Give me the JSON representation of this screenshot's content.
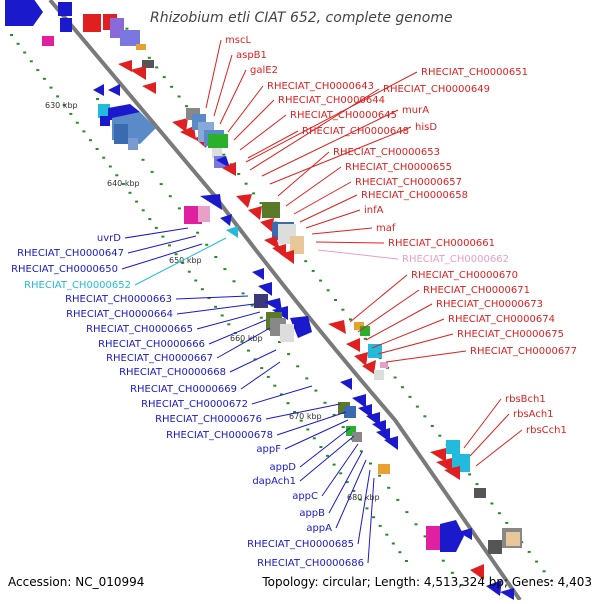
{
  "title": "Rhizobium etli CIAT 652, complete genome",
  "footer": {
    "accession": "Accession: NC_010994",
    "summary": "Topology: circular; Length: 4,513,324 bp; Genes: 4,403"
  },
  "colors": {
    "red": "#e02020",
    "blue": "#1a1acc",
    "pink": "#e8a0c8",
    "cyan": "#22bbdd",
    "backbone": "#7a7a7a",
    "tick": "#2a8a2a"
  },
  "kbp_labels": [
    "630 kbp",
    "640 kbp",
    "650 kbp",
    "660 kbp",
    "670 kbp",
    "680 kbp"
  ],
  "right_labels": [
    {
      "text": "mscL",
      "color": "red"
    },
    {
      "text": "aspB1",
      "color": "red"
    },
    {
      "text": "galE2",
      "color": "red"
    },
    {
      "text": "RHECIAT_CH0000651",
      "color": "red"
    },
    {
      "text": "RHECIAT_CH0000643",
      "color": "red"
    },
    {
      "text": "RHECIAT_CH0000649",
      "color": "red"
    },
    {
      "text": "RHECIAT_CH0000644",
      "color": "red"
    },
    {
      "text": "murA",
      "color": "red"
    },
    {
      "text": "RHECIAT_CH0000645",
      "color": "red"
    },
    {
      "text": "hisD",
      "color": "red"
    },
    {
      "text": "RHECIAT_CH0000648",
      "color": "red"
    },
    {
      "text": "RHECIAT_CH0000653",
      "color": "red"
    },
    {
      "text": "RHECIAT_CH0000655",
      "color": "red"
    },
    {
      "text": "RHECIAT_CH0000657",
      "color": "red"
    },
    {
      "text": "RHECIAT_CH0000658",
      "color": "red"
    },
    {
      "text": "infA",
      "color": "red"
    },
    {
      "text": "maf",
      "color": "red"
    },
    {
      "text": "RHECIAT_CH0000661",
      "color": "red"
    },
    {
      "text": "RHECIAT_CH0000662",
      "color": "pink"
    },
    {
      "text": "RHECIAT_CH0000670",
      "color": "red"
    },
    {
      "text": "RHECIAT_CH0000671",
      "color": "red"
    },
    {
      "text": "RHECIAT_CH0000673",
      "color": "red"
    },
    {
      "text": "RHECIAT_CH0000674",
      "color": "red"
    },
    {
      "text": "RHECIAT_CH0000675",
      "color": "red"
    },
    {
      "text": "RHECIAT_CH0000677",
      "color": "red"
    },
    {
      "text": "rbsBch1",
      "color": "red"
    },
    {
      "text": "rbsAch1",
      "color": "red"
    },
    {
      "text": "rbsCch1",
      "color": "red"
    }
  ],
  "left_labels": [
    {
      "text": "uvrD",
      "color": "blue"
    },
    {
      "text": "RHECIAT_CH0000647",
      "color": "blue"
    },
    {
      "text": "RHECIAT_CH0000650",
      "color": "blue"
    },
    {
      "text": "RHECIAT_CH0000652",
      "color": "cyan"
    },
    {
      "text": "RHECIAT_CH0000663",
      "color": "blue"
    },
    {
      "text": "RHECIAT_CH0000664",
      "color": "blue"
    },
    {
      "text": "RHECIAT_CH0000665",
      "color": "blue"
    },
    {
      "text": "RHECIAT_CH0000666",
      "color": "blue"
    },
    {
      "text": "RHECIAT_CH0000667",
      "color": "blue"
    },
    {
      "text": "RHECIAT_CH0000668",
      "color": "blue"
    },
    {
      "text": "RHECIAT_CH0000669",
      "color": "blue"
    },
    {
      "text": "RHECIAT_CH0000672",
      "color": "blue"
    },
    {
      "text": "RHECIAT_CH0000676",
      "color": "blue"
    },
    {
      "text": "RHECIAT_CH0000678",
      "color": "blue"
    },
    {
      "text": "appF",
      "color": "blue"
    },
    {
      "text": "appD",
      "color": "blue"
    },
    {
      "text": "dapAch1",
      "color": "blue"
    },
    {
      "text": "appC",
      "color": "blue"
    },
    {
      "text": "appB",
      "color": "blue"
    },
    {
      "text": "appA",
      "color": "blue"
    },
    {
      "text": "RHECIAT_CH0000685",
      "color": "blue"
    },
    {
      "text": "RHECIAT_CH0000686",
      "color": "blue"
    }
  ]
}
